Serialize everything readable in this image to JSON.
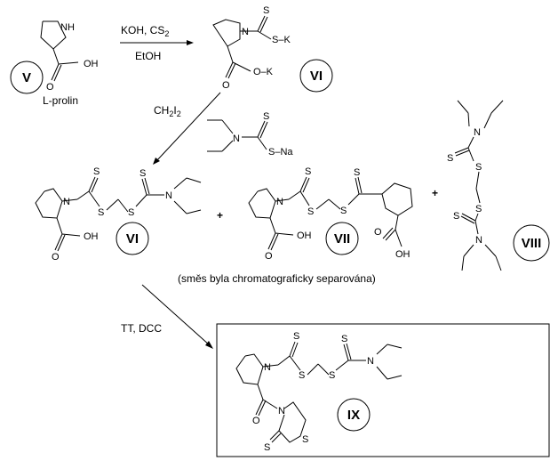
{
  "compounds": {
    "V": "V",
    "VI_a": "VI",
    "VI_b": "VI",
    "VII": "VII",
    "VIII": "VIII",
    "IX": "IX"
  },
  "labels": {
    "l_prolin": "L-prolin",
    "reagent1_top": "KOH, CS",
    "reagent1_sub": "2",
    "reagent1_bottom": "EtOH",
    "reagent2_a": "CH",
    "reagent2_sub": "2",
    "reagent2_b": "I",
    "reagent2_sub2": "2",
    "reagent3": "TT, DCC",
    "separation_note": "(směs byla chromatograficky separována)",
    "plus": "+"
  },
  "atoms": {
    "NH": "NH",
    "N": "N",
    "O": "O",
    "OH": "OH",
    "S": "S",
    "K": "K",
    "Na": "Na",
    "O_K": "O–K",
    "S_K": "S–K",
    "S_Na": "S–Na"
  }
}
